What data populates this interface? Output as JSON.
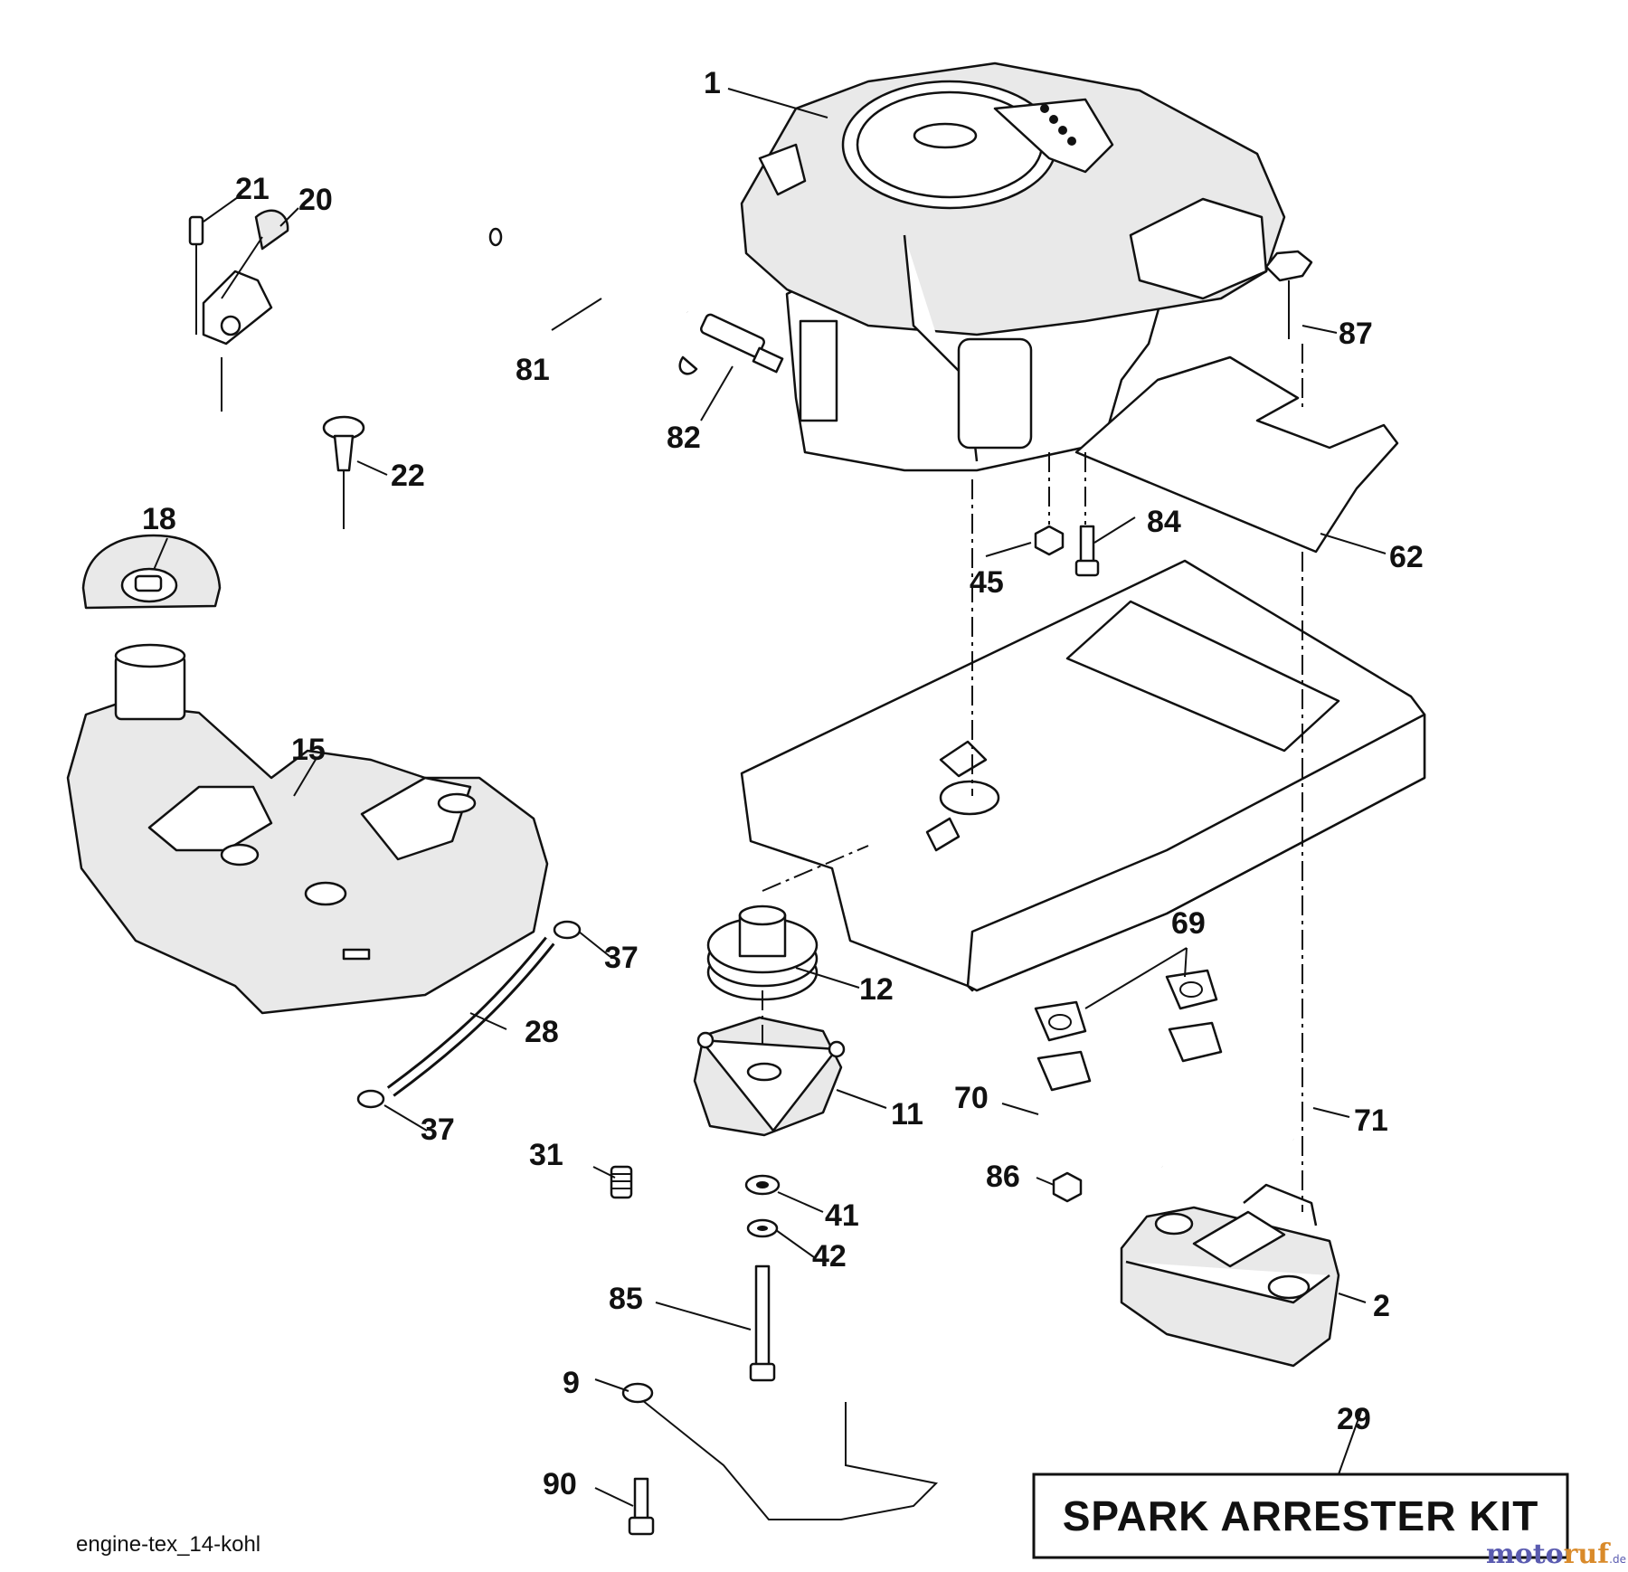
{
  "diagram_id": "engine-tex_14-kohl",
  "kit_label": "SPARK ARRESTER KIT",
  "watermark": {
    "brand_part1": "moto",
    "brand_part2": "ruf",
    "suffix": ".de"
  },
  "callouts": {
    "c1": "1",
    "c2": "2",
    "c9": "9",
    "c11": "11",
    "c12": "12",
    "c15": "15",
    "c18": "18",
    "c20": "20",
    "c21": "21",
    "c22": "22",
    "c28": "28",
    "c29": "29",
    "c31": "31",
    "c37a": "37",
    "c37b": "37",
    "c41": "41",
    "c42": "42",
    "c45": "45",
    "c62": "62",
    "c69": "69",
    "c70": "70",
    "c71": "71",
    "c81": "81",
    "c82": "82",
    "c84": "84",
    "c85": "85",
    "c86": "86",
    "c87": "87",
    "c90": "90"
  }
}
